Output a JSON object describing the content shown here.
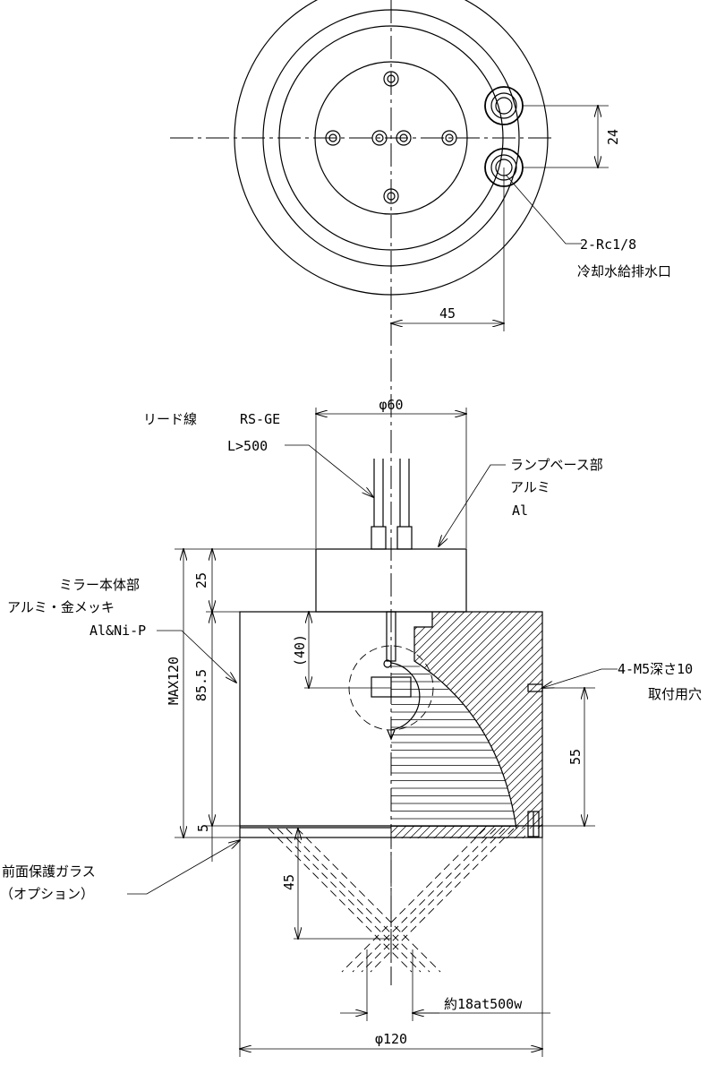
{
  "top_view": {
    "dim_24": "24",
    "dim_45": "45",
    "port_spec": "2-Rc1/8",
    "port_desc": "冷却水給排水口"
  },
  "lead_wire": {
    "label": "リード線",
    "spec": "RS-GE",
    "length": "L>500"
  },
  "lamp_base": {
    "name": "ランプベース部",
    "material_jp": "アルミ",
    "material": "Al"
  },
  "mirror_body": {
    "name": "ミラー本体部",
    "finish_jp": "アルミ・金メッキ",
    "finish": "Al&Ni-P"
  },
  "mounting_holes": {
    "spec": "4-M5深さ10",
    "desc": "取付用穴"
  },
  "front_glass": {
    "name": "前面保護ガラス",
    "option": "（オプション）"
  },
  "dimensions": {
    "phi60": "φ60",
    "phi120": "φ120",
    "d25": "25",
    "d40": "(40)",
    "max120": "MAX120",
    "d85_5": "85.5",
    "d55": "55",
    "d5": "5",
    "d45_focus": "45",
    "spot": "約18at500w"
  }
}
